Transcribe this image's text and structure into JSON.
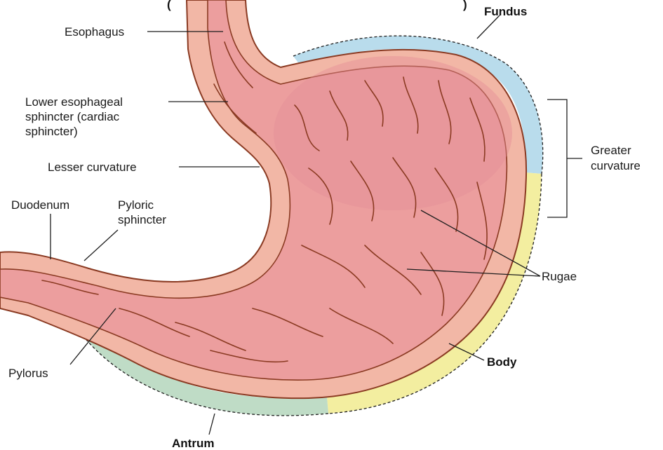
{
  "title_fragment": "(",
  "title_fragment_end": ")",
  "labels": {
    "esophagus": "Esophagus",
    "les_line1": "Lower esophageal",
    "les_line2": "sphincter (cardiac",
    "les_line3": "sphincter)",
    "lesser_curvature": "Lesser curvature",
    "duodenum": "Duodenum",
    "pyloric_line1": "Pyloric",
    "pyloric_line2": "sphincter",
    "pylorus": "Pylorus",
    "fundus": "Fundus",
    "greater_line1": "Greater",
    "greater_line2": "curvature",
    "rugae": "Rugae",
    "body": "Body",
    "antrum": "Antrum"
  },
  "colors": {
    "fundus_region": "#b9dcec",
    "body_region": "#f3eea0",
    "antrum_region": "#bfdcc6",
    "outer_wall": "#f2b7a6",
    "inner_lumen": "#ec9e9e",
    "outline": "#8a3a22"
  }
}
